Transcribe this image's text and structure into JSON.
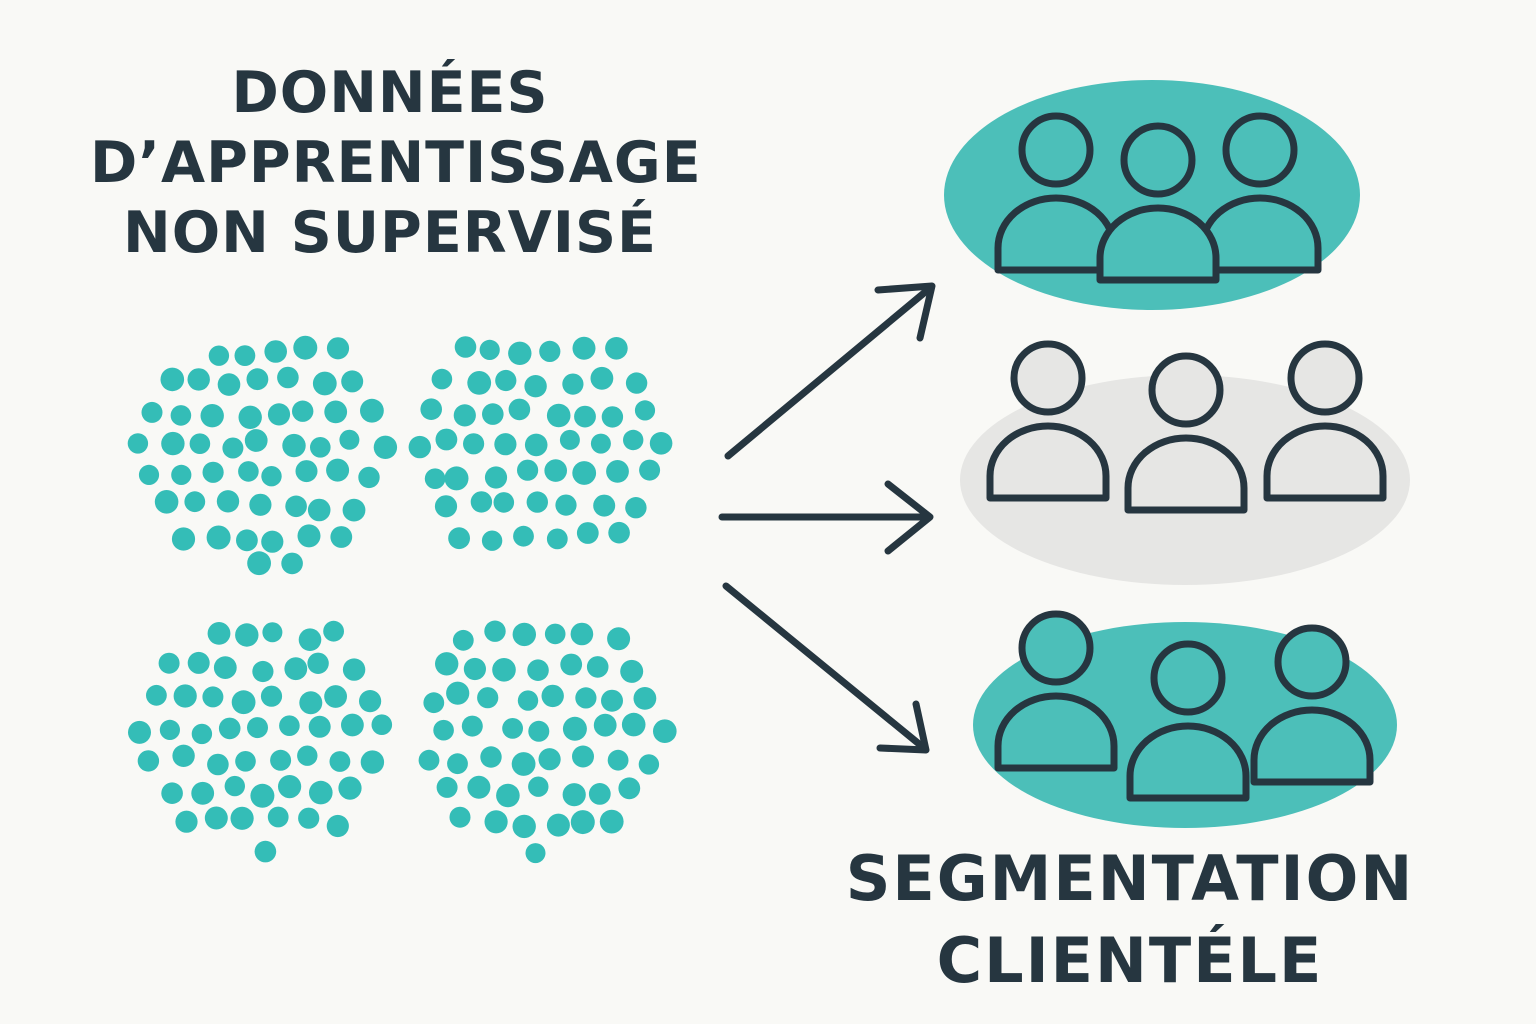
{
  "colors": {
    "background": "#f9f9f6",
    "teal": "#34bdb7",
    "teal_fill": "#4cbfb9",
    "gray_fill": "#e6e6e4",
    "ink": "#263640"
  },
  "title": {
    "line1": "DONNÉES",
    "line2": "D’APPRENTISSAGE",
    "line3": "NON SUPERVISÉ"
  },
  "segmentation": {
    "line1": "SEGMENTATION",
    "line2": "CLIENTÉLE"
  },
  "clusters": [
    {
      "name": "cluster-top-left",
      "shape": "circle"
    },
    {
      "name": "cluster-top-right",
      "shape": "circle"
    },
    {
      "name": "cluster-bottom-left",
      "shape": "circle"
    },
    {
      "name": "cluster-bottom-right",
      "shape": "circle"
    }
  ],
  "segments": [
    {
      "name": "segment-top",
      "fill": "teal",
      "people": 3,
      "icon": "people-group-icon"
    },
    {
      "name": "segment-middle",
      "fill": "gray",
      "people": 3,
      "icon": "people-group-icon"
    },
    {
      "name": "segment-bottom",
      "fill": "teal",
      "people": 3,
      "icon": "people-group-icon"
    }
  ],
  "arrows": [
    {
      "name": "arrow-up-right-icon"
    },
    {
      "name": "arrow-right-icon"
    },
    {
      "name": "arrow-down-right-icon"
    }
  ]
}
